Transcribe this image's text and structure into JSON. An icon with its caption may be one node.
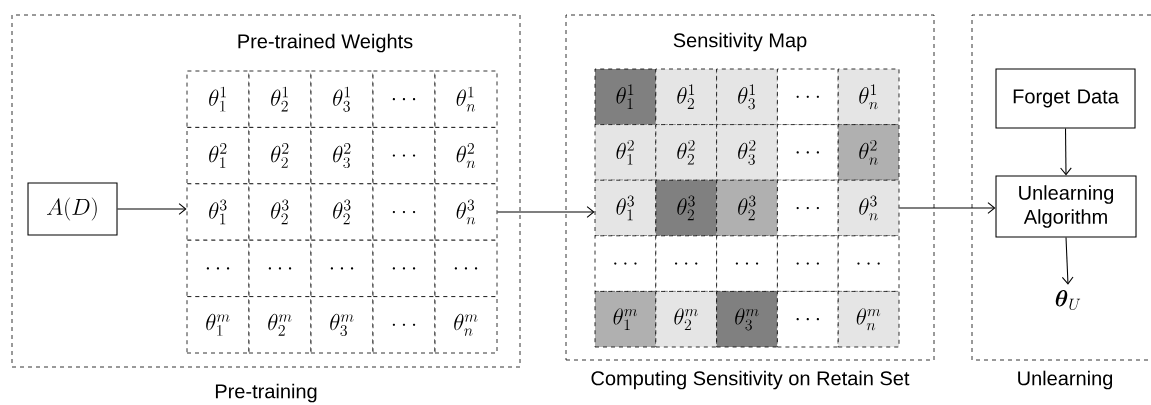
{
  "diagram": {
    "nodes": [
      {
        "text": [
          "Pre-training"
        ]
      },
      {
        "text": [
          "A(D)"
        ],
        "in": 0
      },
      {
        "text": [
          "\\theta_{1}^{1}"
        ],
        "in": 0
      },
      {
        "text": [
          "\\theta_{2}^{1}"
        ],
        "in": 0
      },
      {
        "text": [
          "\\theta_{3}^{1}"
        ],
        "in": 0
      },
      {
        "text": [
          "\\ldots"
        ],
        "in": 0
      },
      {
        "text": [
          "\\theta_{n}^{1}"
        ],
        "in": 0
      },
      {
        "text": [
          "\\theta_{1}^{2}"
        ],
        "in": 0
      },
      {
        "text": [
          "\\theta_{2}^{2}"
        ],
        "in": 0
      },
      {
        "text": [
          "\\theta_{3}^{2}"
        ],
        "in": 0
      },
      {
        "text": [
          "\\ldots"
        ],
        "in": 0
      },
      {
        "text": [
          "\\theta_{n}^{2}"
        ],
        "in": 0
      },
      {
        "text": [
          "\\theta_{1}^{3}"
        ],
        "in": 0
      },
      {
        "text": [
          "\\theta_{2}^{3}"
        ],
        "in": 0
      },
      {
        "text": [
          "\\theta_{2}^{3}"
        ],
        "in": 0
      },
      {
        "text": [
          "\\ldots"
        ],
        "in": 0
      },
      {
        "text": [
          "\\theta_{n}^{3}"
        ],
        "in": 0
      },
      {
        "text": [
          "\\ldots"
        ],
        "in": 0
      },
      {
        "text": [
          "\\ldots"
        ],
        "in": 0
      },
      {
        "text": [
          "\\ldots"
        ],
        "in": 0
      },
      {
        "text": [
          "\\ldots"
        ],
        "in": 0
      },
      {
        "text": [
          "\\ldots"
        ],
        "in": 0
      },
      {
        "text": [
          "\\theta_{1}^{m}"
        ],
        "in": 0
      },
      {
        "text": [
          "\\theta_{2}^{m}"
        ],
        "in": 0
      },
      {
        "text": [
          "\\theta_{3}^{m}"
        ],
        "in": 0
      },
      {
        "text": [
          "\\ldots"
        ],
        "in": 0
      },
      {
        "text": [
          "\\theta_{n}^{m}"
        ],
        "in": 0
      },
      {
        "text": [
          "Computing Sensitivity on Retain Set"
        ]
      },
      {
        "text": [
          "\\theta_{1}^{1}"
        ],
        "in": 27
      },
      {
        "text": [
          "\\theta_{2}^{1}"
        ],
        "in": 27
      },
      {
        "text": [
          "\\theta_{3}^{1}"
        ],
        "in": 27
      },
      {
        "text": [
          "\\ldots"
        ],
        "in": 27
      },
      {
        "text": [
          "\\theta_{n}^{1}"
        ],
        "in": 27
      },
      {
        "text": [
          "\\theta_{1}^{2}"
        ],
        "in": 27
      },
      {
        "text": [
          "\\theta_{2}^{2}"
        ],
        "in": 27
      },
      {
        "text": [
          "\\theta_{3}^{2}"
        ],
        "in": 27
      },
      {
        "text": [
          "\\ldots"
        ],
        "in": 27
      },
      {
        "text": [
          "\\theta_{n}^{2}"
        ],
        "in": 27
      },
      {
        "text": [
          "\\theta_{1}^{3}"
        ],
        "in": 27
      },
      {
        "text": [
          "\\theta_{2}^{3}"
        ],
        "in": 27
      },
      {
        "text": [
          "\\theta_{2}^{3}"
        ],
        "in": 27
      },
      {
        "text": [
          "\\ldots"
        ],
        "in": 27
      },
      {
        "text": [
          "\\theta_{n}^{3}"
        ],
        "in": 27
      },
      {
        "text": [
          "\\ldots"
        ],
        "in": 27
      },
      {
        "text": [
          "\\ldots"
        ],
        "in": 27
      },
      {
        "text": [
          "\\ldots"
        ],
        "in": 27
      },
      {
        "text": [
          "\\ldots"
        ],
        "in": 27
      },
      {
        "text": [
          "\\ldots"
        ],
        "in": 27
      },
      {
        "text": [
          "\\theta_{1}^{m}"
        ],
        "in": 27
      },
      {
        "text": [
          "\\theta_{2}^{m}"
        ],
        "in": 27
      },
      {
        "text": [
          "\\theta_{3}^{m}"
        ],
        "in": 27
      },
      {
        "text": [
          "\\ldots"
        ],
        "in": 27
      },
      {
        "text": [
          "\\theta_{n}^{m}"
        ],
        "in": 27
      },
      {
        "text": [
          "Unlearning"
        ]
      },
      {
        "text": [
          "Forget Data"
        ],
        "in": 53
      },
      {
        "text": [
          "Unlearning Algorithm"
        ],
        "in": 53
      },
      {
        "text": [
          "\\boldsymbol{\\theta}_{U}"
        ],
        "in": 53
      }
    ],
    "edges": [
      {
        "from": 1,
        "to": 12,
        "arrow": "to"
      },
      {
        "from": 16,
        "to": 38,
        "arrow": "to"
      },
      {
        "from": 42,
        "to": 55,
        "arrow": "to"
      },
      {
        "from": 54,
        "to": 55,
        "arrow": "to"
      },
      {
        "from": 55,
        "to": 56,
        "arrow": "to"
      }
    ],
    "labels": [
      "Pre-trained Weights",
      "Sensitivity Map"
    ]
  }
}
